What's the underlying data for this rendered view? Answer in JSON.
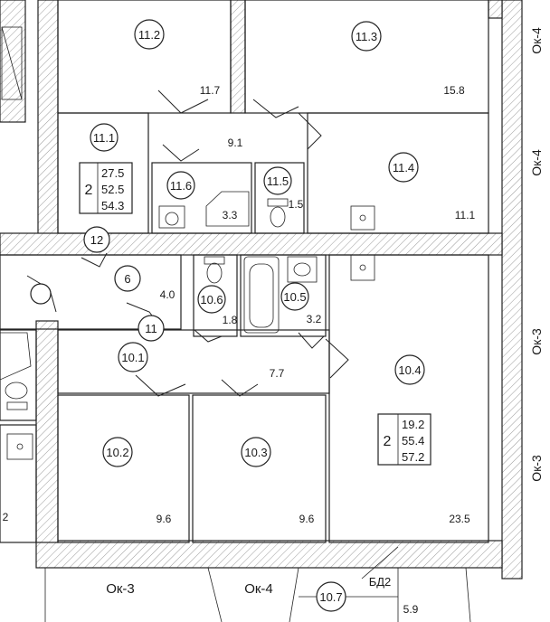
{
  "colors": {
    "ink": "#1a1a1a",
    "paper": "#ffffff",
    "hatch": "#9a9a9a"
  },
  "room_tags": {
    "r11_2": "11.2",
    "r11_3": "11.3",
    "r11_1": "11.1",
    "r11_6": "11.6",
    "r11_5": "11.5",
    "r11_4": "11.4",
    "r12": "12",
    "r6": "6",
    "r11": "11",
    "r10_6": "10.6",
    "r10_5": "10.5",
    "r10_1": "10.1",
    "r10_4": "10.4",
    "r10_2": "10.2",
    "r10_3": "10.3",
    "r10_7": "10.7"
  },
  "areas": {
    "a11_7": "11.7",
    "a15_8": "15.8",
    "a9_1": "9.1",
    "a3_3": "3.3",
    "a1_5": "1.5",
    "a11_1": "11.1",
    "a4_0": "4.0",
    "a1_8": "1.8",
    "a3_2": "3.2",
    "a7_7": "7.7",
    "a9_6_left": "9.6",
    "a9_6_right": "9.6",
    "a23_5": "23.5",
    "a5_9": "5.9",
    "a_2_edge": "2"
  },
  "apartment_boxes": [
    {
      "rooms": "2",
      "v1": "27.5",
      "v2": "52.5",
      "v3": "54.3"
    },
    {
      "rooms": "2",
      "v1": "19.2",
      "v2": "55.4",
      "v3": "57.2"
    }
  ],
  "window_marks": {
    "ok4_top": "Ок-4",
    "ok4_mid": "Ок-4",
    "ok3_mid": "Ок-3",
    "ok3_low": "Ок-3",
    "ok3_bottom": "Ок-3",
    "ok4_bottom": "Ок-4",
    "bd2": "БД2"
  }
}
